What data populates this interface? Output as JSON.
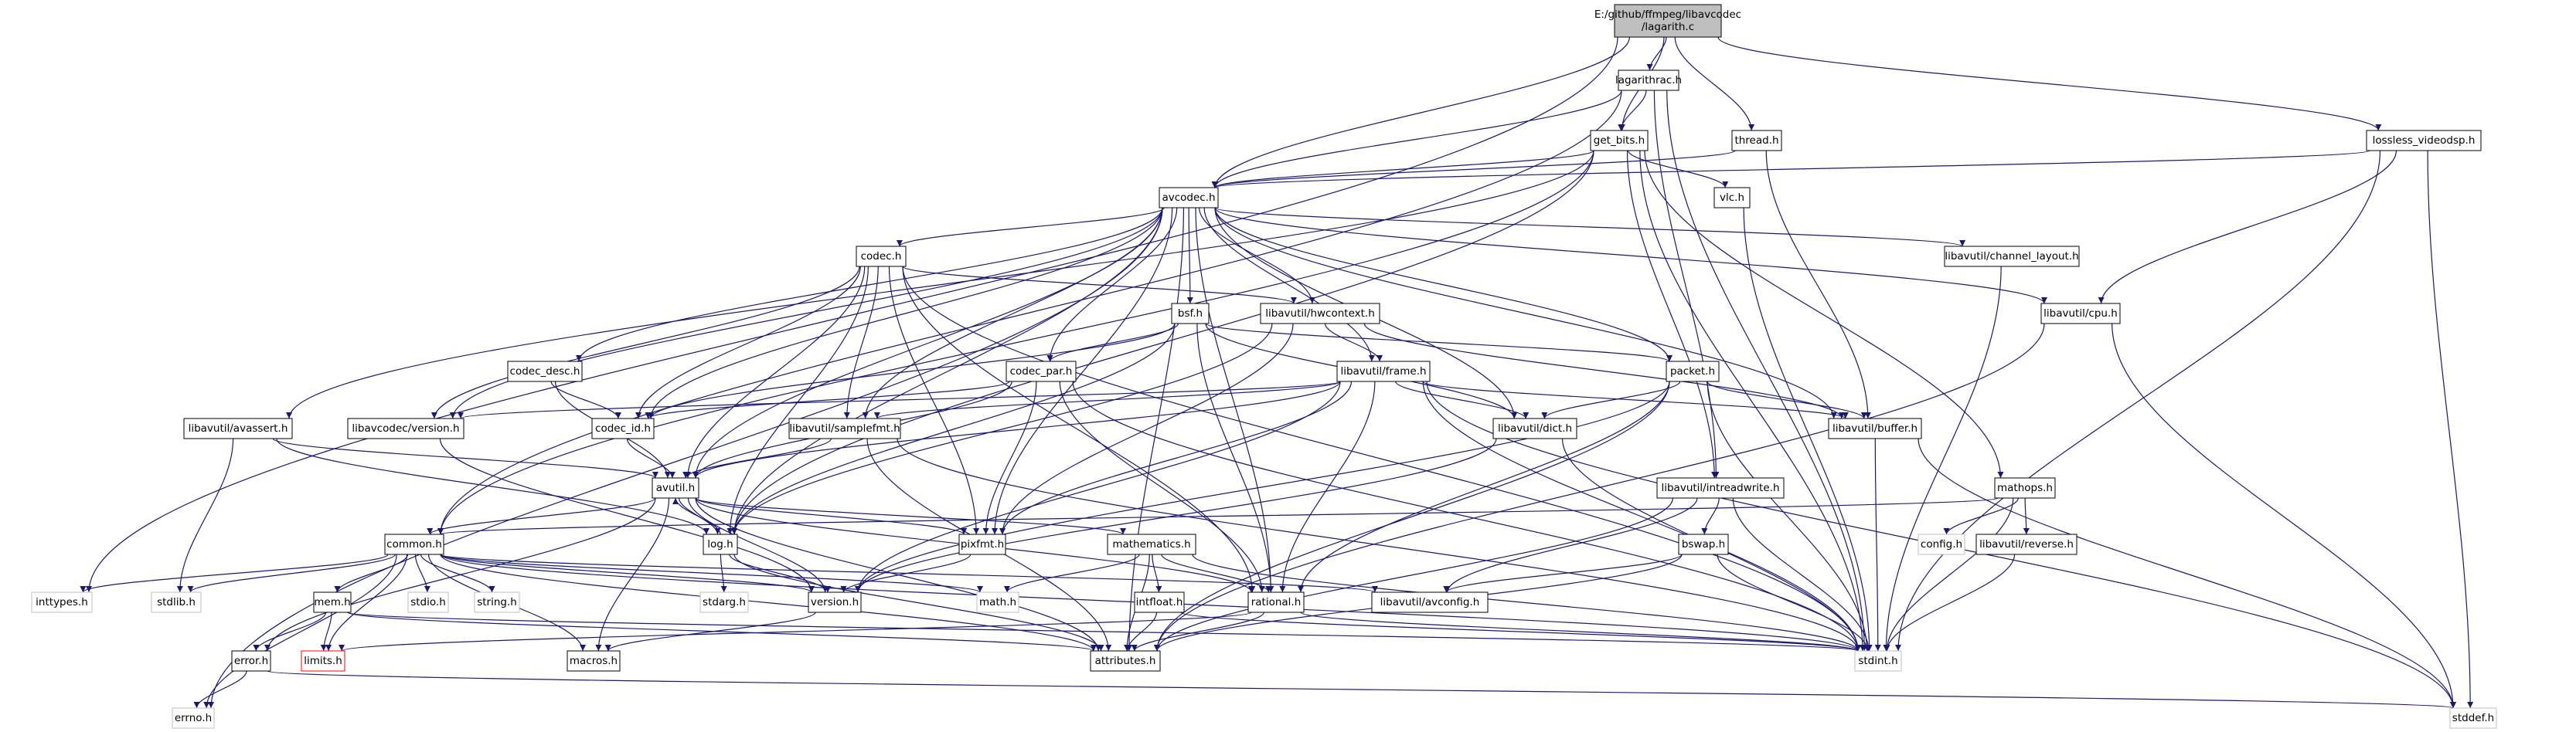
{
  "graph": {
    "root": "E:/github/ffmpeg/libavcodec/lagarith.c",
    "colors": {
      "background": "#ffffff",
      "edge": "#191970",
      "node_border": "#000000",
      "node_border_missing": "#bfbfbf",
      "node_border_error": "#ff0000",
      "root_fill": "#bfbfbf"
    },
    "nodes": [
      {
        "id": "lagarith_c",
        "lines": [
          "E:/github/ffmpeg/libavcodec",
          "/lagarith.c"
        ],
        "style": "root"
      },
      {
        "id": "lagarithrac_h",
        "lines": [
          "lagarithrac.h"
        ],
        "style": "normal"
      },
      {
        "id": "thread_h",
        "lines": [
          "thread.h"
        ],
        "style": "normal"
      },
      {
        "id": "lossless_videodsp_h",
        "lines": [
          "lossless_videodsp.h"
        ],
        "style": "normal"
      },
      {
        "id": "get_bits_h",
        "lines": [
          "get_bits.h"
        ],
        "style": "normal"
      },
      {
        "id": "avcodec_h",
        "lines": [
          "avcodec.h"
        ],
        "style": "normal"
      },
      {
        "id": "vlc_h",
        "lines": [
          "vlc.h"
        ],
        "style": "normal"
      },
      {
        "id": "codec_h",
        "lines": [
          "codec.h"
        ],
        "style": "normal"
      },
      {
        "id": "channel_layout_h",
        "lines": [
          "libavutil/channel_layout.h"
        ],
        "style": "normal"
      },
      {
        "id": "bsf_h",
        "lines": [
          "bsf.h"
        ],
        "style": "normal"
      },
      {
        "id": "hwcontext_h",
        "lines": [
          "libavutil/hwcontext.h"
        ],
        "style": "normal"
      },
      {
        "id": "cpu_h",
        "lines": [
          "libavutil/cpu.h"
        ],
        "style": "normal"
      },
      {
        "id": "codec_desc_h",
        "lines": [
          "codec_desc.h"
        ],
        "style": "normal"
      },
      {
        "id": "codec_par_h",
        "lines": [
          "codec_par.h"
        ],
        "style": "normal"
      },
      {
        "id": "frame_h",
        "lines": [
          "libavutil/frame.h"
        ],
        "style": "normal"
      },
      {
        "id": "packet_h",
        "lines": [
          "packet.h"
        ],
        "style": "normal"
      },
      {
        "id": "avassert_h",
        "lines": [
          "libavutil/avassert.h"
        ],
        "style": "normal"
      },
      {
        "id": "version_lc_h",
        "lines": [
          "libavcodec/version.h"
        ],
        "style": "normal"
      },
      {
        "id": "codec_id_h",
        "lines": [
          "codec_id.h"
        ],
        "style": "normal"
      },
      {
        "id": "samplefmt_h",
        "lines": [
          "libavutil/samplefmt.h"
        ],
        "style": "normal"
      },
      {
        "id": "dict_h",
        "lines": [
          "libavutil/dict.h"
        ],
        "style": "normal"
      },
      {
        "id": "buffer_h",
        "lines": [
          "libavutil/buffer.h"
        ],
        "style": "normal"
      },
      {
        "id": "avutil_h",
        "lines": [
          "avutil.h"
        ],
        "style": "normal"
      },
      {
        "id": "intreadwrite_h",
        "lines": [
          "libavutil/intreadwrite.h"
        ],
        "style": "normal"
      },
      {
        "id": "mathops_h",
        "lines": [
          "mathops.h"
        ],
        "style": "normal"
      },
      {
        "id": "common_h",
        "lines": [
          "common.h"
        ],
        "style": "normal"
      },
      {
        "id": "log_h",
        "lines": [
          "log.h"
        ],
        "style": "normal"
      },
      {
        "id": "pixfmt_h",
        "lines": [
          "pixfmt.h"
        ],
        "style": "normal"
      },
      {
        "id": "mathematics_h",
        "lines": [
          "mathematics.h"
        ],
        "style": "normal"
      },
      {
        "id": "bswap_h",
        "lines": [
          "bswap.h"
        ],
        "style": "normal"
      },
      {
        "id": "config_h",
        "lines": [
          "config.h"
        ],
        "style": "missing"
      },
      {
        "id": "reverse_h",
        "lines": [
          "libavutil/reverse.h"
        ],
        "style": "normal"
      },
      {
        "id": "inttypes_h",
        "lines": [
          "inttypes.h"
        ],
        "style": "missing"
      },
      {
        "id": "stdlib_h",
        "lines": [
          "stdlib.h"
        ],
        "style": "missing"
      },
      {
        "id": "mem_h",
        "lines": [
          "mem.h"
        ],
        "style": "normal"
      },
      {
        "id": "stdio_h",
        "lines": [
          "stdio.h"
        ],
        "style": "missing"
      },
      {
        "id": "string_h",
        "lines": [
          "string.h"
        ],
        "style": "missing"
      },
      {
        "id": "stdarg_h",
        "lines": [
          "stdarg.h"
        ],
        "style": "missing"
      },
      {
        "id": "version_h",
        "lines": [
          "version.h"
        ],
        "style": "normal"
      },
      {
        "id": "math_h",
        "lines": [
          "math.h"
        ],
        "style": "missing"
      },
      {
        "id": "intfloat_h",
        "lines": [
          "intfloat.h"
        ],
        "style": "normal"
      },
      {
        "id": "rational_h",
        "lines": [
          "rational.h"
        ],
        "style": "normal"
      },
      {
        "id": "avconfig_h",
        "lines": [
          "libavutil/avconfig.h"
        ],
        "style": "normal"
      },
      {
        "id": "error_h",
        "lines": [
          "error.h"
        ],
        "style": "normal"
      },
      {
        "id": "limits_h",
        "lines": [
          "limits.h"
        ],
        "style": "error"
      },
      {
        "id": "macros_h",
        "lines": [
          "macros.h"
        ],
        "style": "normal"
      },
      {
        "id": "attributes_h",
        "lines": [
          "attributes.h"
        ],
        "style": "normal"
      },
      {
        "id": "stdint_h",
        "lines": [
          "stdint.h"
        ],
        "style": "missing"
      },
      {
        "id": "errno_h",
        "lines": [
          "errno.h"
        ],
        "style": "missing"
      },
      {
        "id": "stddef_h",
        "lines": [
          "stddef.h"
        ],
        "style": "missing"
      }
    ],
    "edges": [
      [
        "lagarith_c",
        "lagarithrac_h"
      ],
      [
        "lagarith_c",
        "thread_h"
      ],
      [
        "lagarith_c",
        "lossless_videodsp_h"
      ],
      [
        "lagarith_c",
        "get_bits_h"
      ],
      [
        "lagarith_c",
        "avcodec_h"
      ],
      [
        "lagarith_c",
        "inttypes_h"
      ],
      [
        "lagarithrac_h",
        "get_bits_h"
      ],
      [
        "lagarithrac_h",
        "avcodec_h"
      ],
      [
        "lagarithrac_h",
        "common_h"
      ],
      [
        "lagarithrac_h",
        "intreadwrite_h"
      ],
      [
        "lagarithrac_h",
        "stdint_h"
      ],
      [
        "thread_h",
        "avcodec_h"
      ],
      [
        "thread_h",
        "buffer_h"
      ],
      [
        "lossless_videodsp_h",
        "avcodec_h"
      ],
      [
        "lossless_videodsp_h",
        "cpu_h"
      ],
      [
        "lossless_videodsp_h",
        "stdint_h"
      ],
      [
        "lossless_videodsp_h",
        "stddef_h"
      ],
      [
        "get_bits_h",
        "avcodec_h"
      ],
      [
        "get_bits_h",
        "vlc_h"
      ],
      [
        "get_bits_h",
        "avassert_h"
      ],
      [
        "get_bits_h",
        "common_h"
      ],
      [
        "get_bits_h",
        "intreadwrite_h"
      ],
      [
        "get_bits_h",
        "log_h"
      ],
      [
        "get_bits_h",
        "mathops_h"
      ],
      [
        "get_bits_h",
        "stdint_h"
      ],
      [
        "vlc_h",
        "stdint_h"
      ],
      [
        "avcodec_h",
        "codec_h"
      ],
      [
        "avcodec_h",
        "channel_layout_h"
      ],
      [
        "avcodec_h",
        "bsf_h"
      ],
      [
        "avcodec_h",
        "hwcontext_h"
      ],
      [
        "avcodec_h",
        "cpu_h"
      ],
      [
        "avcodec_h",
        "codec_desc_h"
      ],
      [
        "avcodec_h",
        "codec_par_h"
      ],
      [
        "avcodec_h",
        "frame_h"
      ],
      [
        "avcodec_h",
        "packet_h"
      ],
      [
        "avcodec_h",
        "version_lc_h"
      ],
      [
        "avcodec_h",
        "codec_id_h"
      ],
      [
        "avcodec_h",
        "samplefmt_h"
      ],
      [
        "avcodec_h",
        "dict_h"
      ],
      [
        "avcodec_h",
        "buffer_h"
      ],
      [
        "avcodec_h",
        "avutil_h"
      ],
      [
        "avcodec_h",
        "log_h"
      ],
      [
        "avcodec_h",
        "pixfmt_h"
      ],
      [
        "avcodec_h",
        "rational_h"
      ],
      [
        "avcodec_h",
        "attributes_h"
      ],
      [
        "avcodec_h",
        "errno_h"
      ],
      [
        "codec_h",
        "codec_id_h"
      ],
      [
        "codec_h",
        "version_lc_h"
      ],
      [
        "codec_h",
        "samplefmt_h"
      ],
      [
        "codec_h",
        "hwcontext_h"
      ],
      [
        "codec_h",
        "avutil_h"
      ],
      [
        "codec_h",
        "log_h"
      ],
      [
        "codec_h",
        "pixfmt_h"
      ],
      [
        "codec_h",
        "rational_h"
      ],
      [
        "codec_h",
        "stdint_h"
      ],
      [
        "channel_layout_h",
        "stdint_h"
      ],
      [
        "bsf_h",
        "codec_par_h"
      ],
      [
        "bsf_h",
        "packet_h"
      ],
      [
        "bsf_h",
        "codec_id_h"
      ],
      [
        "bsf_h",
        "dict_h"
      ],
      [
        "bsf_h",
        "log_h"
      ],
      [
        "bsf_h",
        "rational_h"
      ],
      [
        "hwcontext_h",
        "frame_h"
      ],
      [
        "hwcontext_h",
        "buffer_h"
      ],
      [
        "hwcontext_h",
        "log_h"
      ],
      [
        "hwcontext_h",
        "pixfmt_h"
      ],
      [
        "cpu_h",
        "attributes_h"
      ],
      [
        "cpu_h",
        "stddef_h"
      ],
      [
        "codec_desc_h",
        "codec_id_h"
      ],
      [
        "codec_desc_h",
        "avutil_h"
      ],
      [
        "codec_par_h",
        "codec_id_h"
      ],
      [
        "codec_par_h",
        "avutil_h"
      ],
      [
        "codec_par_h",
        "pixfmt_h"
      ],
      [
        "codec_par_h",
        "rational_h"
      ],
      [
        "codec_par_h",
        "stdint_h"
      ],
      [
        "frame_h",
        "version_lc_h"
      ],
      [
        "frame_h",
        "samplefmt_h"
      ],
      [
        "frame_h",
        "dict_h"
      ],
      [
        "frame_h",
        "buffer_h"
      ],
      [
        "frame_h",
        "avutil_h"
      ],
      [
        "frame_h",
        "pixfmt_h"
      ],
      [
        "frame_h",
        "rational_h"
      ],
      [
        "frame_h",
        "version_h"
      ],
      [
        "frame_h",
        "stddef_h"
      ],
      [
        "frame_h",
        "stdint_h"
      ],
      [
        "packet_h",
        "dict_h"
      ],
      [
        "packet_h",
        "buffer_h"
      ],
      [
        "packet_h",
        "attributes_h"
      ],
      [
        "packet_h",
        "rational_h"
      ],
      [
        "packet_h",
        "version_h"
      ],
      [
        "packet_h",
        "stdint_h"
      ],
      [
        "avassert_h",
        "avutil_h"
      ],
      [
        "avassert_h",
        "log_h"
      ],
      [
        "avassert_h",
        "stdlib_h"
      ],
      [
        "version_lc_h",
        "version_h"
      ],
      [
        "codec_id_h",
        "avutil_h"
      ],
      [
        "samplefmt_h",
        "avutil_h"
      ],
      [
        "samplefmt_h",
        "attributes_h"
      ],
      [
        "samplefmt_h",
        "stdint_h"
      ],
      [
        "dict_h",
        "stdint_h"
      ],
      [
        "dict_h",
        "version_h"
      ],
      [
        "buffer_h",
        "stdint_h"
      ],
      [
        "buffer_h",
        "stddef_h"
      ],
      [
        "avutil_h",
        "common_h"
      ],
      [
        "avutil_h",
        "error_h"
      ],
      [
        "avutil_h",
        "log_h"
      ],
      [
        "avutil_h",
        "pixfmt_h"
      ],
      [
        "avutil_h",
        "mathematics_h"
      ],
      [
        "avutil_h",
        "rational_h"
      ],
      [
        "avutil_h",
        "version_h"
      ],
      [
        "avutil_h",
        "macros_h"
      ],
      [
        "avutil_h",
        "attributes_h"
      ],
      [
        "intreadwrite_h",
        "avconfig_h"
      ],
      [
        "intreadwrite_h",
        "attributes_h"
      ],
      [
        "intreadwrite_h",
        "bswap_h"
      ],
      [
        "intreadwrite_h",
        "stdint_h"
      ],
      [
        "mathops_h",
        "config_h"
      ],
      [
        "mathops_h",
        "reverse_h"
      ],
      [
        "mathops_h",
        "common_h"
      ],
      [
        "mathops_h",
        "stdint_h"
      ],
      [
        "common_h",
        "inttypes_h"
      ],
      [
        "common_h",
        "stdlib_h"
      ],
      [
        "common_h",
        "mem_h"
      ],
      [
        "common_h",
        "stdio_h"
      ],
      [
        "common_h",
        "string_h"
      ],
      [
        "common_h",
        "math_h"
      ],
      [
        "common_h",
        "limits_h"
      ],
      [
        "common_h",
        "errno_h"
      ],
      [
        "common_h",
        "attributes_h"
      ],
      [
        "common_h",
        "macros_h"
      ],
      [
        "common_h",
        "version_h"
      ],
      [
        "common_h",
        "avconfig_h"
      ],
      [
        "common_h",
        "stdint_h"
      ],
      [
        "log_h",
        "avutil_h"
      ],
      [
        "log_h",
        "attributes_h"
      ],
      [
        "log_h",
        "version_h"
      ],
      [
        "log_h",
        "stdarg_h"
      ],
      [
        "pixfmt_h",
        "version_h"
      ],
      [
        "mathematics_h",
        "math_h"
      ],
      [
        "mathematics_h",
        "intfloat_h"
      ],
      [
        "mathematics_h",
        "rational_h"
      ],
      [
        "mathematics_h",
        "attributes_h"
      ],
      [
        "mathematics_h",
        "stdint_h"
      ],
      [
        "bswap_h",
        "avconfig_h"
      ],
      [
        "bswap_h",
        "attributes_h"
      ],
      [
        "bswap_h",
        "stdint_h"
      ],
      [
        "reverse_h",
        "stdint_h"
      ],
      [
        "mem_h",
        "error_h"
      ],
      [
        "mem_h",
        "limits_h"
      ],
      [
        "mem_h",
        "attributes_h"
      ],
      [
        "mem_h",
        "stdint_h"
      ],
      [
        "version_h",
        "macros_h"
      ],
      [
        "intfloat_h",
        "attributes_h"
      ],
      [
        "intfloat_h",
        "stdint_h"
      ],
      [
        "rational_h",
        "limits_h"
      ],
      [
        "rational_h",
        "attributes_h"
      ],
      [
        "rational_h",
        "stdint_h"
      ],
      [
        "error_h",
        "errno_h"
      ],
      [
        "error_h",
        "stddef_h"
      ]
    ]
  }
}
